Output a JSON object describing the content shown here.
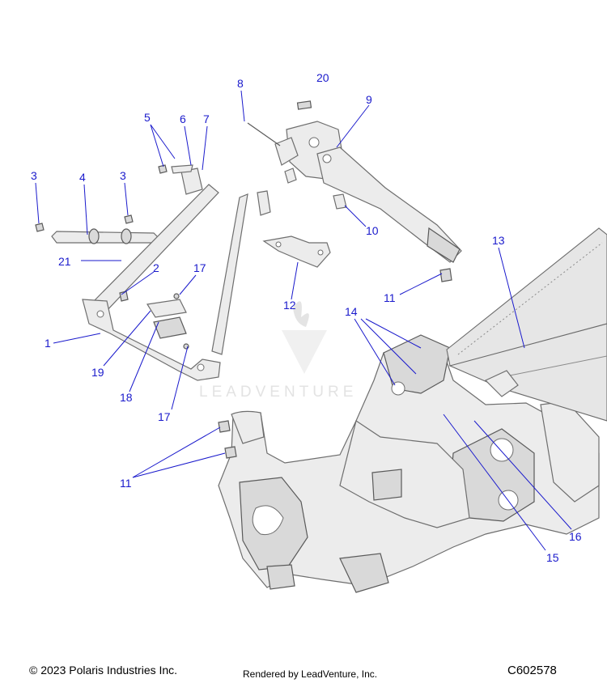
{
  "callouts": {
    "c1": "1",
    "c2": "2",
    "c3a": "3",
    "c3b": "3",
    "c4": "4",
    "c5": "5",
    "c6": "6",
    "c7": "7",
    "c8": "8",
    "c9": "9",
    "c10": "10",
    "c11a": "11",
    "c11b": "11",
    "c12": "12",
    "c13": "13",
    "c14": "14",
    "c15": "15",
    "c16": "16",
    "c17a": "17",
    "c17b": "17",
    "c18": "18",
    "c19": "19",
    "c20": "20",
    "c21": "21"
  },
  "watermark": {
    "text": "LEADVENTURE"
  },
  "footer": {
    "copyright": "© 2023 Polaris Industries Inc.",
    "rendered_by": "Rendered by LeadVenture, Inc.",
    "drawing_code": "C602578"
  },
  "colors": {
    "callout": "#1a1acc",
    "line_art": "#6e6e6e",
    "part_fill": "#ececec"
  }
}
